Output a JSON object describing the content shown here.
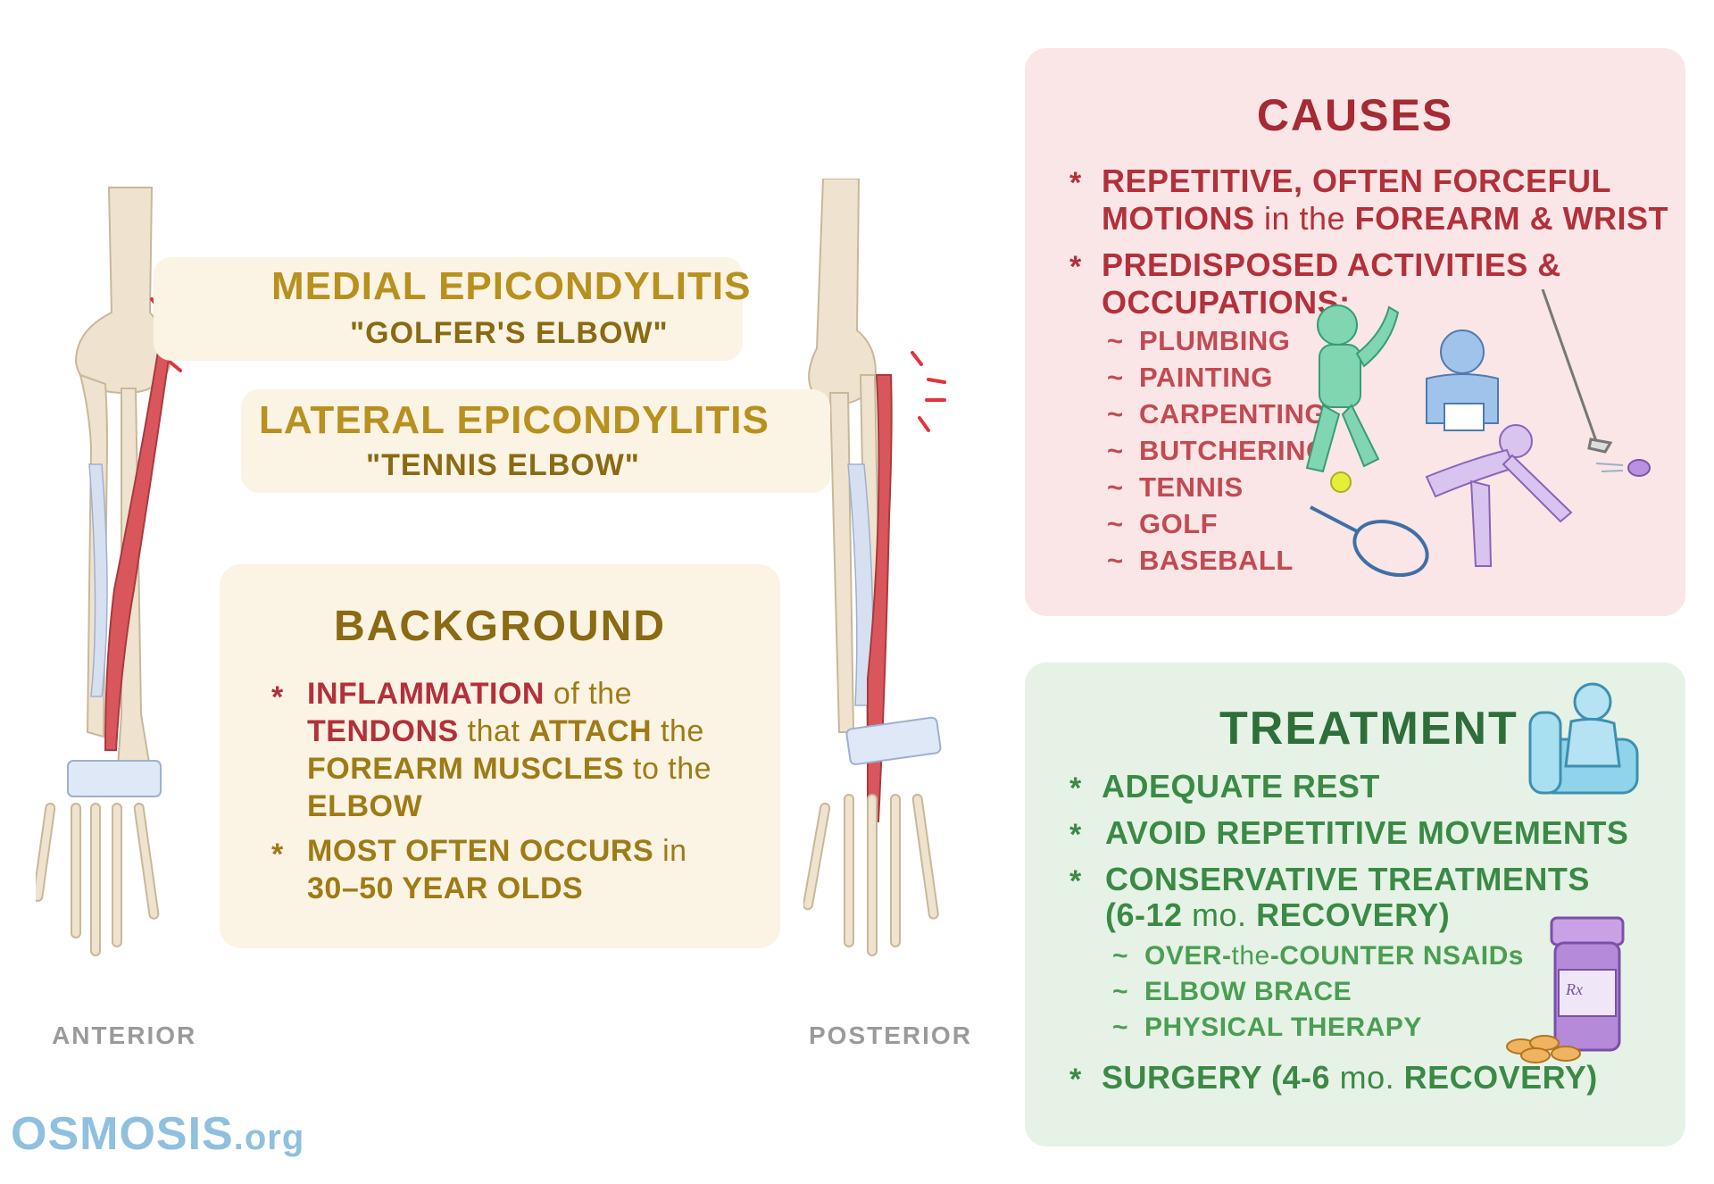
{
  "labels": {
    "medial_title": "MEDIAL EPICONDYLITIS",
    "medial_sub": "\"GOLFER'S ELBOW\"",
    "lateral_title": "LATERAL EPICONDYLITIS",
    "lateral_sub": "\"TENNIS ELBOW\"",
    "anterior": "ANTERIOR",
    "posterior": "POSTERIOR"
  },
  "background": {
    "title": "BACKGROUND",
    "bullet": "*",
    "l1a": "INFLAMMATION",
    "l1b": " of the",
    "l2a": "TENDONS",
    "l2b": " that ",
    "l2c": "ATTACH",
    "l2d": " the",
    "l3a": "FOREARM MUSCLES",
    "l3b": " to the",
    "l4": "ELBOW",
    "l5a": "MOST OFTEN OCCURS",
    "l5b": " in",
    "l6": "30–50 YEAR OLDS"
  },
  "causes": {
    "title": "CAUSES",
    "bullet": "*",
    "b1_l1": "REPETITIVE, OFTEN FORCEFUL",
    "b1_l2a": "MOTIONS",
    "b1_l2b": " in the ",
    "b1_l2c": "FOREARM & WRIST",
    "b2_l1": "PREDISPOSED ACTIVITIES &",
    "b2_l2": "OCCUPATIONS:",
    "tilde": "~",
    "items": [
      "PLUMBING",
      "PAINTING",
      "CARPENTING",
      "BUTCHERING",
      "TENNIS",
      "GOLF",
      "BASEBALL"
    ]
  },
  "treatment": {
    "title": "TREATMENT",
    "bullet": "*",
    "b1": "ADEQUATE REST",
    "b2": "AVOID REPETITIVE MOVEMENTS",
    "b3_l1": "CONSERVATIVE TREATMENTS",
    "b3_l2a": "(6-12 ",
    "b3_l2b": "mo.",
    "b3_l2c": " RECOVERY)",
    "tilde": "~",
    "sub1a": "OVER-",
    "sub1b": "the",
    "sub1c": "-COUNTER NSAIDs",
    "sub2": "ELBOW BRACE",
    "sub3": "PHYSICAL THERAPY",
    "b4a": "SURGERY (4-6 ",
    "b4b": "mo.",
    "b4c": " RECOVERY)",
    "rx": "Rx"
  },
  "logo": {
    "name": "OSMOSIS",
    "suffix": ".org"
  },
  "colors": {
    "muscle_red": "#d9575c",
    "bone": "#efe3cf",
    "causes_bg": "#fae6e6",
    "treatment_bg": "#e6f2e6",
    "background_bg": "#fbf3e3"
  }
}
